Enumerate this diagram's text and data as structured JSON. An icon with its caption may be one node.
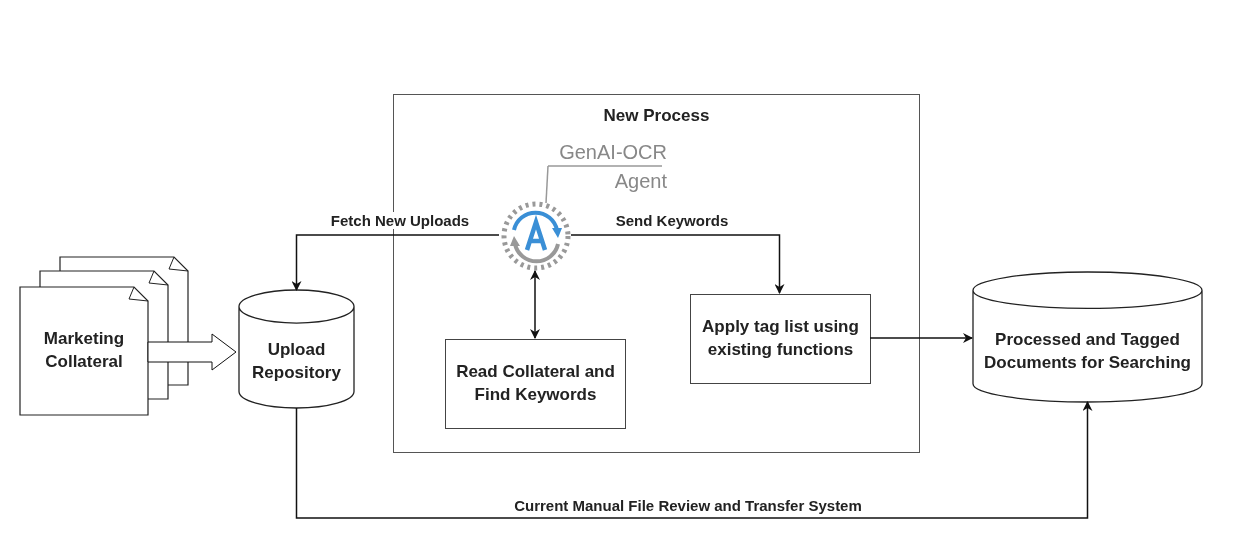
{
  "diagram": {
    "nodes": [
      {
        "text": [
          "New Process"
        ]
      },
      {
        "text": [
          "GenAI-OCR Agent"
        ],
        "in": 0
      },
      {
        "text": [],
        "shape": "circle",
        "in": 0
      },
      {
        "text": [
          "Marketing Collateral"
        ]
      },
      {
        "text": [
          "Upload Repository"
        ]
      },
      {
        "text": [
          "Read Collateral and Find Keywords"
        ],
        "in": 0
      },
      {
        "text": [
          "Apply tag list using existing functions"
        ],
        "in": 0
      },
      {
        "text": [
          "Processed and Tagged Documents for Searching"
        ]
      }
    ],
    "edges": [
      {
        "from": 3,
        "to": 4,
        "arrow": "to",
        "style": "thick"
      },
      {
        "from": 2,
        "to": 4,
        "arrow": "to",
        "label": "Fetch New Uploads"
      },
      {
        "from": 2,
        "to": 6,
        "arrow": "to",
        "label": "Send Keywords"
      },
      {
        "from": 2,
        "to": 5,
        "arrow": "both"
      },
      {
        "from": 6,
        "to": 7,
        "arrow": "to"
      },
      {
        "from": 4,
        "to": 7,
        "arrow": "to",
        "label": "Current Manual File Review and Transfer System"
      },
      {
        "from": 1,
        "to": 2,
        "arrow": "none",
        "color": "#999999"
      }
    ]
  }
}
